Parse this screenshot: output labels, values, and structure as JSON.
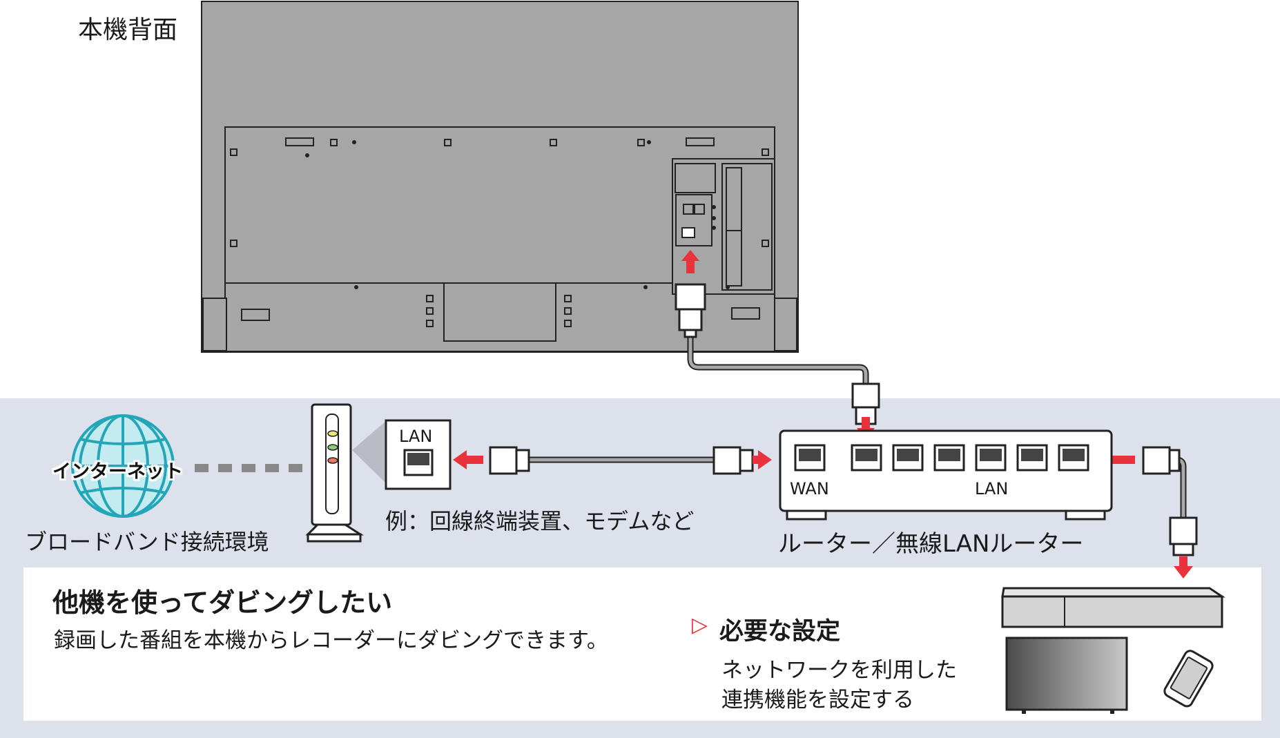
{
  "labels": {
    "rear_title": "本機背面",
    "lan_port_modem": "LAN",
    "internet": "インターネット",
    "broadband": "ブロードバンド接続環境",
    "modem_example": "例：回線終端装置、モデムなど",
    "router": "ルーター／無線LANルーター",
    "wan": "WAN",
    "lan_router": "LAN"
  },
  "usage": {
    "heading": "他機を使ってダビングしたい",
    "description": "録画した番組を本機からレコーダーにダビングできます。",
    "required_mark": "▷",
    "required_title": "必要な設定",
    "required_lines": [
      "ネットワークを利用した",
      "連携機能を設定する"
    ]
  },
  "colors": {
    "arrow": "#e8323c",
    "band_bg": "#dde1ec",
    "tv_body": "#a6a6a6",
    "globe": "#24a6b8"
  }
}
